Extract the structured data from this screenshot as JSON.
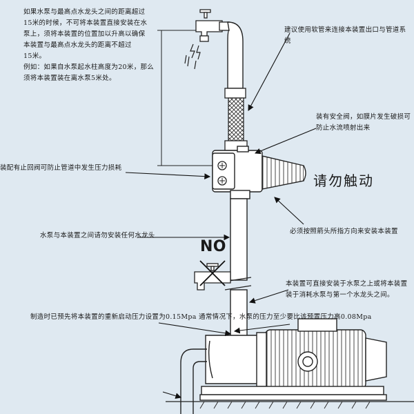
{
  "notes": {
    "top_left": "如果水泵与最高点水龙头之间的距离超过\n15米的时候，不可将本装置直接安装在水\n泵上，须将本装置的位置加以升高以确保\n本装置与最高点水龙头的距离不超过\n15米。\n例如：如果自水泵起水柱高度为20米，那么\n须将本装置装在离水泵5米处。",
    "top_right": "建议使用软管来连接本装置出口与管道系统",
    "middle_right": "装有安全阀，如膜片发生破损可\n防止水流喷射出来",
    "left_middle": "装配有止回阀可防止管道中发生压力损耗",
    "touch_warning": "请勿触动",
    "arrow_direction": "必须按照箭头所指方向来安装本装置",
    "no_faucet": "水泵与本装置之间请勿安装任何水龙头",
    "no_label": "NO",
    "install_position": "本装置可直接安装于水泵之上或将本装置\n装于消耗水泵与第一个水龙头之间。",
    "factory_pressure": "制造时已预先将本装置的重新启动压力设置为0.15Mpa\n通常情况下，水泵的压力至少要比该预置压力高0.08Mpa"
  }
}
